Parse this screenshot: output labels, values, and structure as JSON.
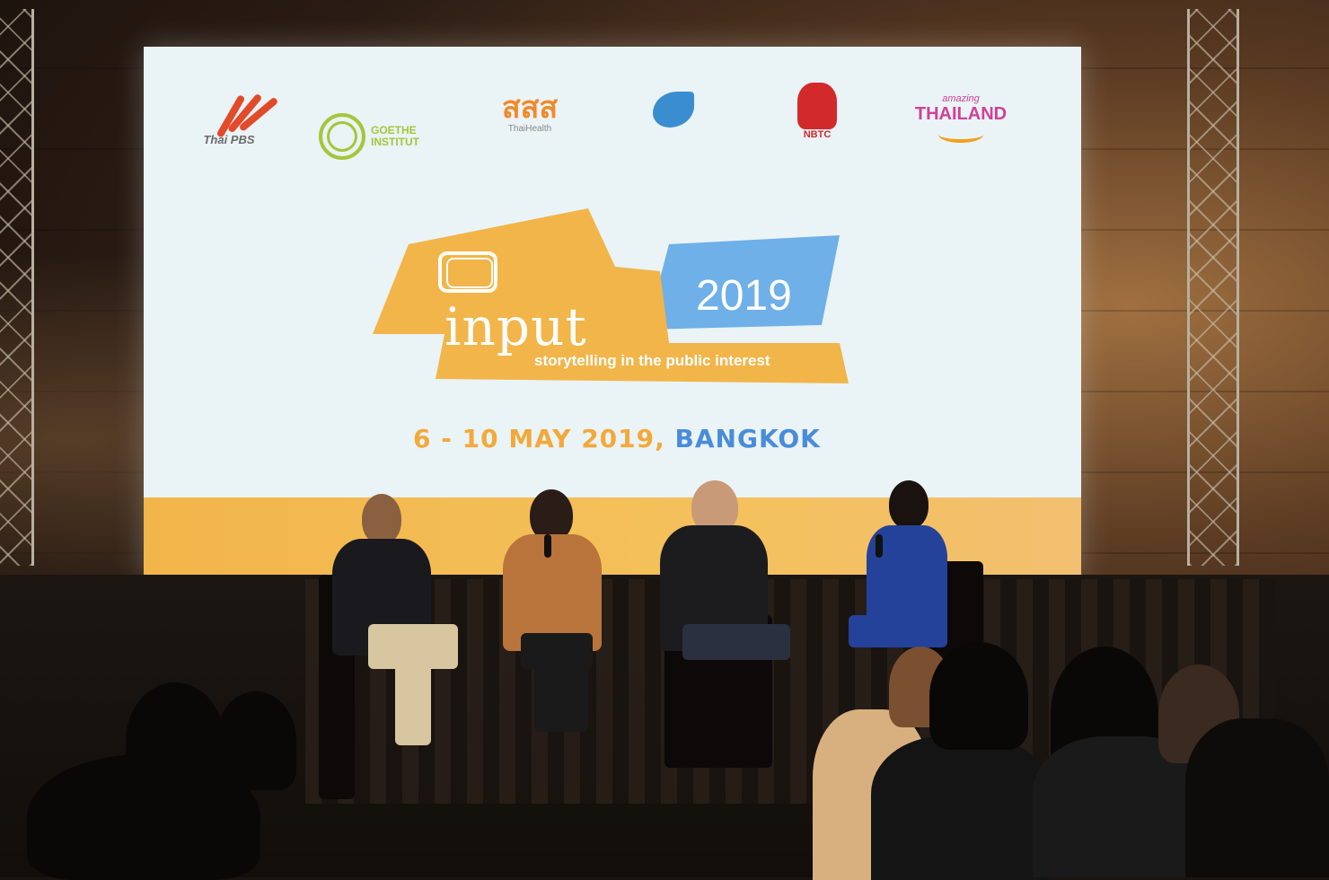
{
  "sponsors": {
    "thai_pbs": "Thai PBS",
    "goethe_line1": "GOETHE",
    "goethe_line2": "INSTITUT",
    "thaihealth": "สสส",
    "thaihealth_sub": "ThaiHealth",
    "nbtc": "NBTC",
    "amazing": "amazing",
    "thailand": "THAILAND"
  },
  "event": {
    "name": "input",
    "year": "2019",
    "tagline": "storytelling in the public interest",
    "dates": "6 - 10 MAY 2019,",
    "city": "BANGKOK"
  },
  "colors": {
    "orange": "#f2b54a",
    "blue": "#6fb0e8",
    "date_orange": "#f2a93a",
    "city_blue": "#4a8cd8"
  }
}
